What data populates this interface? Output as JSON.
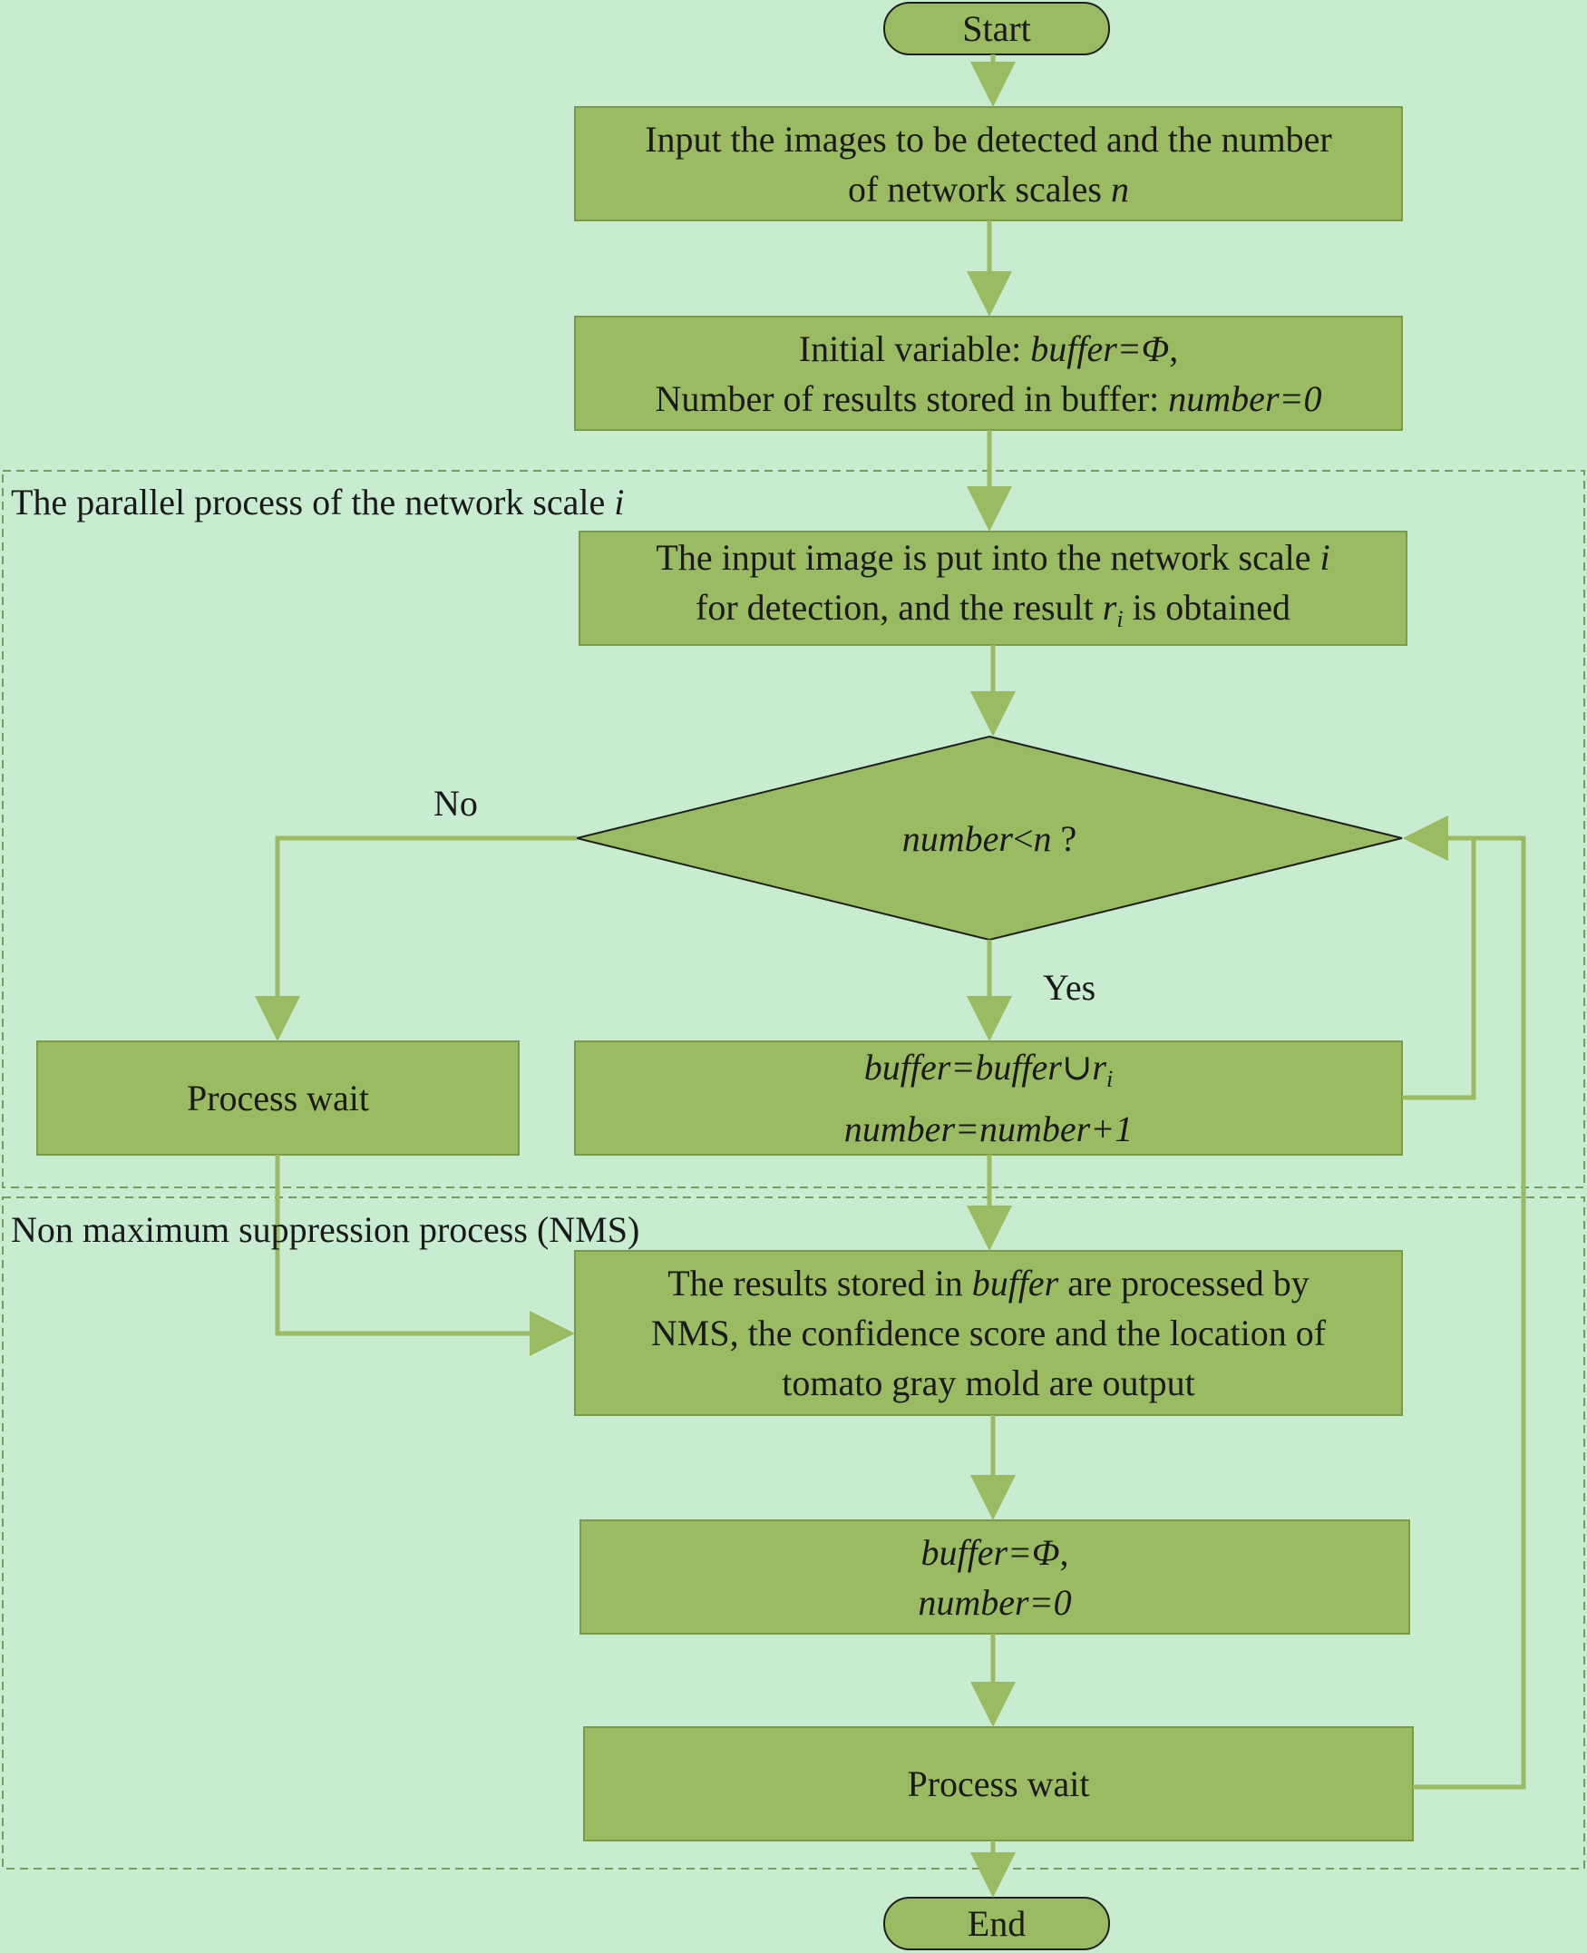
{
  "nodes": {
    "start": "Start",
    "input": {
      "line1": "Input the images to be detected and the number",
      "line2a": "of network scales ",
      "line2b": "n"
    },
    "init": {
      "l1a": "Initial variable: ",
      "l1b": "buffer=Φ",
      "l1c": ",",
      "l2a": "Number of results stored in buffer: ",
      "l2b": "number=0"
    },
    "detect": {
      "l1a": "The input image is put into the network scale ",
      "l1b": "i",
      "l2a": "for detection, and the result ",
      "l2b": "r",
      "l2sub": "i",
      "l2c": " is obtained"
    },
    "decision": {
      "a": "number",
      "b": "<",
      "c": "n",
      "d": " ?"
    },
    "wait_left": "Process wait",
    "update": {
      "l1a": "buffer=buffer",
      "l1b": "∪",
      "l1c": "r",
      "l1sub": "i",
      "l2": "number=number+1"
    },
    "nms": {
      "l1a": "The results stored in ",
      "l1b": "buffer",
      "l1c": " are processed by",
      "l2": "NMS, the confidence score and the location of",
      "l3": "tomato gray mold are output"
    },
    "reset": {
      "l1a": "buffer=Φ",
      "l1b": ",",
      "l2": "number=0"
    },
    "wait_bottom": "Process wait",
    "end": "End"
  },
  "regions": {
    "parallel": {
      "label_a": "The parallel process of the network scale ",
      "label_b": "i"
    },
    "nms": {
      "label": "Non maximum suppression process (NMS)"
    }
  },
  "edges": {
    "no": "No",
    "yes": "Yes"
  },
  "colors": {
    "background": "#c8ecd0",
    "box_fill": "#9bbb62",
    "box_stroke": "#7a9a48",
    "arrow": "#9bbb62",
    "region_border": "#7a9a60"
  }
}
